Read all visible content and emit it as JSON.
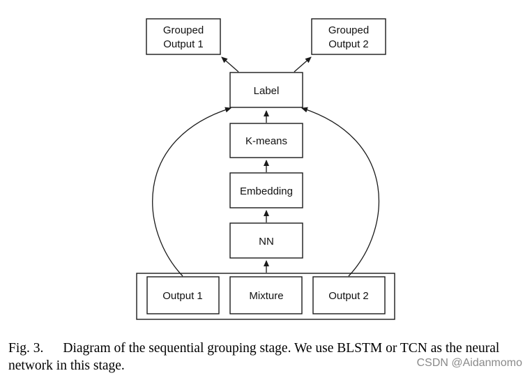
{
  "nodes": {
    "grouped_output_1": {
      "line1": "Grouped",
      "line2": "Output 1"
    },
    "grouped_output_2": {
      "line1": "Grouped",
      "line2": "Output 2"
    },
    "label": "Label",
    "kmeans": "K-means",
    "embedding": "Embedding",
    "nn": "NN",
    "output_1": "Output 1",
    "mixture": "Mixture",
    "output_2": "Output 2"
  },
  "caption": {
    "label": "Fig. 3.",
    "text": "Diagram of the sequential grouping stage. We use BLSTM or TCN as the neural network in this stage."
  },
  "watermark": "CSDN @Aidanmomo",
  "colors": {
    "stroke": "#1a1a1a",
    "text": "#111111",
    "watermark": "#8a8a8a"
  }
}
